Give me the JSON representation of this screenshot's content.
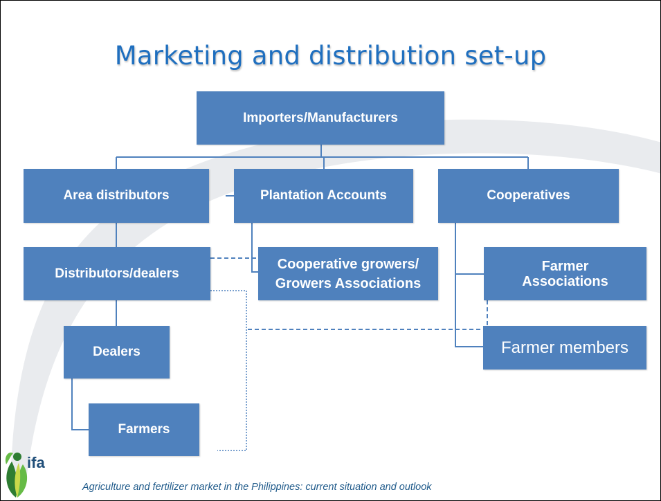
{
  "title": "Marketing and distribution set-up",
  "nodes": {
    "importers": "Importers/Manufacturers",
    "area_distributors": "Area distributors",
    "plantation_accounts": "Plantation Accounts",
    "cooperatives": "Cooperatives",
    "distributors_dealers": "Distributors/dealers",
    "coop_growers_line1": "Cooperative growers/",
    "coop_growers_line2": "Growers Associations",
    "farmer_assoc_line1": "Farmer",
    "farmer_assoc_line2": "Associations",
    "dealers": "Dealers",
    "farmer_members": "Farmer members",
    "farmers": "Farmers"
  },
  "logo": {
    "text": "ifa",
    "icon": "ifa-leaf-logo-icon"
  },
  "footer": "Agriculture and fertilizer market in the Philippines: current situation and outlook",
  "colors": {
    "box": "#4f81bd",
    "title": "#1f6fbf",
    "connector": "#4f81bd"
  }
}
